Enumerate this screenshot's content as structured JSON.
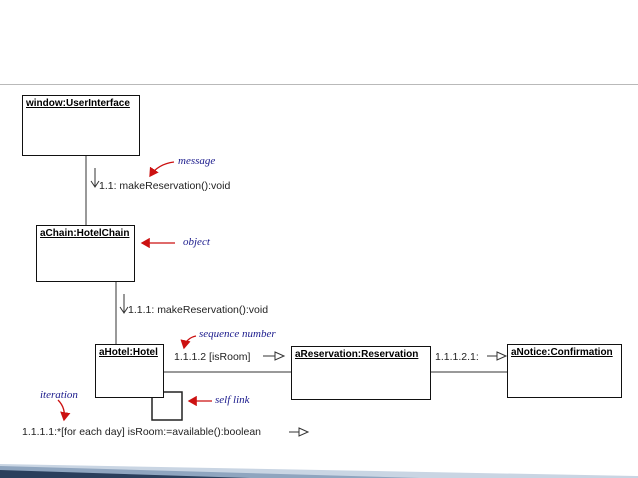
{
  "objects": {
    "window": "window:UserInterface",
    "chain": "aChain:HotelChain",
    "hotel": "aHotel:Hotel",
    "reservation": "aReservation:Reservation",
    "notice": "aNotice:Confirmation"
  },
  "messages": {
    "m1": "1.1: makeReservation():void",
    "m2": "1.1.1: makeReservation():void",
    "m3": "1.1.1.2 [isRoom]",
    "m4": "1.1.1.2.1:",
    "m5": "1.1.1.1:*[for each day] isRoom:=available():boolean"
  },
  "annotations": {
    "message": "message",
    "object": "object",
    "sequence_number": "sequence number",
    "self_link": "self link",
    "iteration": "iteration"
  },
  "colors": {
    "annotation_text": "#1a1a8c",
    "annotation_arrow": "#cc1111",
    "footer_dark": "#2a3f5c",
    "footer_mid": "#8fa5bf",
    "footer_light": "#c9d5e3"
  }
}
